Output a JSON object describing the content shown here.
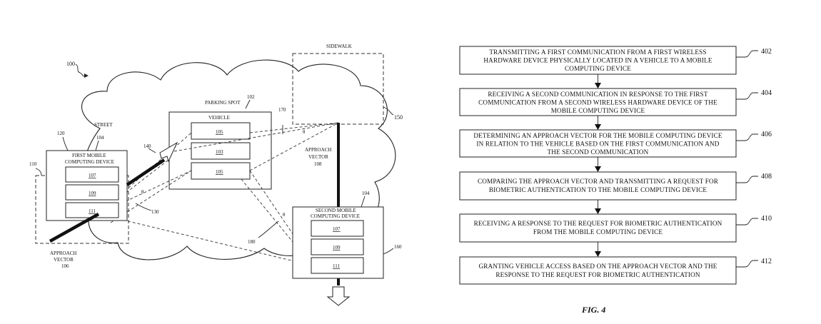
{
  "left_figure": {
    "ref_100": "100",
    "sidewalk_label": "SIDEWALK",
    "street_label": "STREET",
    "parking_spot_label": "PARKING SPOT",
    "parking_ref": "102",
    "vehicle_label": "VEHICLE",
    "vehicle_modules": [
      "105",
      "103",
      "105"
    ],
    "ref_170": "170",
    "ref_150": "150",
    "theta_top": "θ",
    "approach_vector_108": [
      "APPROACH",
      "VECTOR",
      "108"
    ],
    "first_device": {
      "ref_120": "120",
      "ref_104": "104",
      "ref_110": "110",
      "title_line1": "FIRST MOBILE",
      "title_line2": "COMPUTING DEVICE",
      "modules": [
        "107",
        "109",
        "111"
      ]
    },
    "ref_140": "140",
    "ref_130": "130",
    "theta_left": "θ",
    "approach_vector_106": [
      "APPROACH",
      "VECTOR",
      "106"
    ],
    "second_device": {
      "ref_104": "104",
      "ref_160": "160",
      "title_line1": "SECOND MOBILE",
      "title_line2": "COMPUTING DEVICE",
      "modules": [
        "107",
        "109",
        "111"
      ]
    },
    "theta_bottom": "θ",
    "ref_180": "180"
  },
  "flowchart": {
    "steps": [
      {
        "ref": "402",
        "lines": [
          "TRANSMITTING A FIRST COMMUNICATION FROM A FIRST WIRELESS",
          "HARDWARE DEVICE PHYSICALLY LOCATED IN A VEHICLE TO A MOBILE",
          "COMPUTING DEVICE"
        ]
      },
      {
        "ref": "404",
        "lines": [
          "RECEIVING A SECOND COMMUNICATION IN RESPONSE TO THE FIRST",
          "COMMUNICATION FROM A SECOND WIRELESS HARDWARE DEVICE OF THE",
          "MOBILE COMPUTING DEVICE"
        ]
      },
      {
        "ref": "406",
        "lines": [
          "DETERMINING AN APPROACH VECTOR FOR THE MOBILE COMPUTING DEVICE",
          "IN RELATION TO THE VEHICLE BASED ON THE FIRST COMMUNICATION AND",
          "THE SECOND COMMUNICATION"
        ]
      },
      {
        "ref": "408",
        "lines": [
          "COMPARING THE APPROACH VECTOR AND TRANSMITTING A REQUEST FOR",
          "BIOMETRIC AUTHENTICATION TO THE MOBILE COMPUTING DEVICE"
        ]
      },
      {
        "ref": "410",
        "lines": [
          "RECEIVING A RESPONSE TO THE REQUEST FOR BIOMETRIC AUTHENTICATION",
          "FROM THE MOBILE COMPUTING DEVICE"
        ]
      },
      {
        "ref": "412",
        "lines": [
          "GRANTING VEHICLE ACCESS BASED ON THE APPROACH VECTOR AND THE",
          "RESPONSE TO THE REQUEST FOR BIOMETRIC AUTHENTICATION"
        ]
      }
    ],
    "caption": "FIG. 4"
  }
}
